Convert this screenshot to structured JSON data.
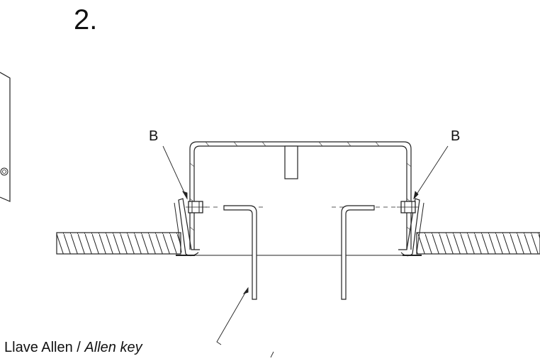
{
  "step": {
    "number": "2."
  },
  "callouts": {
    "left_b": "B",
    "right_b": "B",
    "allen_key_es": "Llave Allen / ",
    "allen_key_en": "Allen key"
  }
}
